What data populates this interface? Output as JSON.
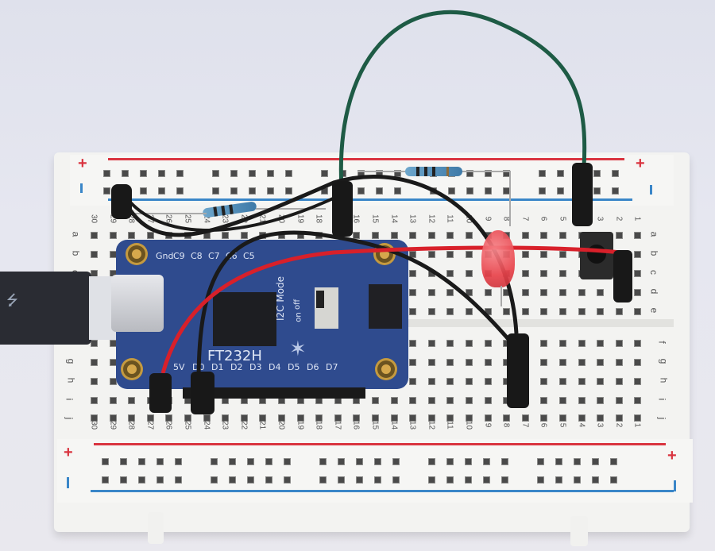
{
  "scene": {
    "description": "Adafruit FT232H breakout board on a half-size solderless breadboard with jumper wires, resistors, a red LED and a tactile push button; USB-C cable plugged in from the left",
    "colors": {
      "background": "#e4e5ee",
      "breadboard": "#f3f3f1",
      "pcb": "#2f4b8e",
      "rail_red": "#d9343f",
      "rail_blue": "#3a86c8",
      "wire_red": "#d8202a",
      "wire_green": "#1e5b45",
      "wire_black": "#1a1a1a",
      "led": "#e8424a"
    }
  },
  "breadboard": {
    "top_rail": {
      "plus": "+",
      "minus": "-"
    },
    "bottom_rail": {
      "plus": "+",
      "minus": "-"
    },
    "column_numbers": [
      "30",
      "29",
      "28",
      "27",
      "26",
      "25",
      "24",
      "23",
      "22",
      "21",
      "20",
      "19",
      "18",
      "17",
      "16",
      "15",
      "14",
      "13",
      "12",
      "11",
      "10",
      "9",
      "8",
      "7",
      "6",
      "5",
      "4",
      "3",
      "2",
      "1"
    ],
    "row_labels_top": [
      "a",
      "b",
      "c",
      "d",
      "e"
    ],
    "row_labels_bottom": [
      "f",
      "g",
      "h",
      "i",
      "j"
    ]
  },
  "board": {
    "name": "FT232H",
    "top_pins": [
      "Gnd",
      "C9",
      "C8",
      "C7",
      "C6",
      "C5"
    ],
    "bottom_pins": [
      "5V",
      "D0",
      "D1",
      "D2",
      "D3",
      "D4",
      "D5",
      "D6",
      "D7"
    ],
    "switch_label": "I2C Mode",
    "switch_states": [
      "off",
      "on"
    ],
    "logo": "adafruit-star-logo"
  },
  "cable": {
    "icon": "usb-icon"
  }
}
